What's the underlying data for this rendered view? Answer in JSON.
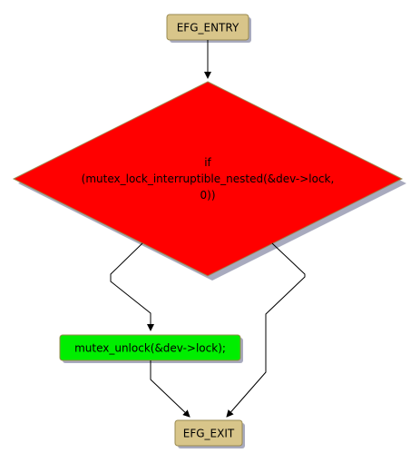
{
  "diagram": {
    "nodes": {
      "entry": {
        "label": "EFG_ENTRY",
        "fill": "#d8c58a"
      },
      "condition": {
        "label_lines": [
          "if",
          "(mutex_lock_interruptible_nested(&dev->lock,",
          "0))"
        ],
        "fill": "#ff0000"
      },
      "unlock": {
        "label": "mutex_unlock(&dev->lock);",
        "fill": "#00ee00"
      },
      "exit": {
        "label": "EFG_EXIT",
        "fill": "#d8c58a"
      }
    },
    "colors": {
      "shadow": "#a8aabe",
      "node_border": "#9a8a50",
      "edge": "#000000"
    }
  }
}
